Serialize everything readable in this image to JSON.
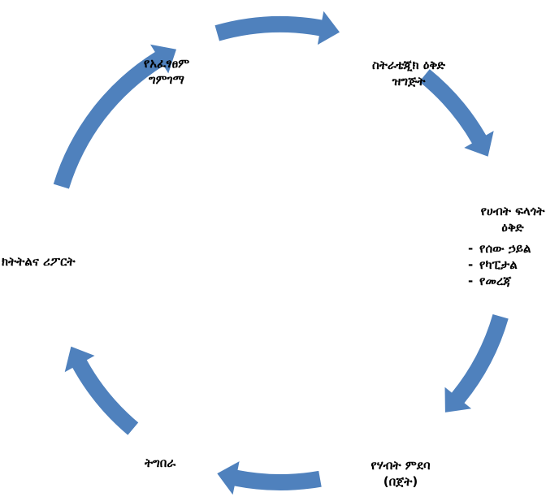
{
  "diagram": {
    "nodes": [
      {
        "id": "strategy",
        "lines": [
          "ስትራቴጂክ ዕቅድ",
          "ዝግጅት"
        ]
      },
      {
        "id": "resource",
        "lines": [
          "የሀብት ፍላጎት",
          "ዕቅድ"
        ],
        "items": [
          "የሰው ኃይል",
          "የካፒታል",
          "የመረጃ"
        ]
      },
      {
        "id": "budget",
        "lines": [
          "የሃብት ምደባ",
          "(በጀት)"
        ]
      },
      {
        "id": "implementation",
        "lines": [
          "ትግበራ"
        ]
      },
      {
        "id": "monitoring",
        "lines": [
          "ክትትልና ሪፖርት"
        ]
      },
      {
        "id": "evaluation",
        "lines": [
          "የአፈፃፀም",
          "ግምገማ"
        ]
      }
    ],
    "arrow_color": "#4f81bd"
  }
}
